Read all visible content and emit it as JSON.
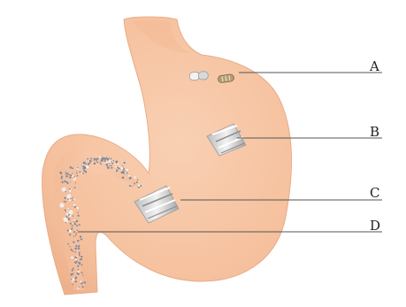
{
  "colors": {
    "background": "#ffffff",
    "stomach_fill": "#f7c6a5",
    "stomach_edge": "#eab08c",
    "stomach_inner": "#f3b994",
    "leader_line": "#555555",
    "label_text": "#222222",
    "tablet": "#d9d9d9",
    "capsule_light": "#efefef",
    "capsule_dark": "#a08a6a",
    "particles": "#7a8aa0"
  },
  "callouts": [
    {
      "id": "A",
      "label": "A",
      "depicts": "capsule-intact"
    },
    {
      "id": "B",
      "label": "B",
      "depicts": "tablet-pieces"
    },
    {
      "id": "C",
      "label": "C",
      "depicts": "tablet-pieces-near-exit"
    },
    {
      "id": "D",
      "label": "D",
      "depicts": "dissolved-particles-in-duodenum"
    }
  ]
}
